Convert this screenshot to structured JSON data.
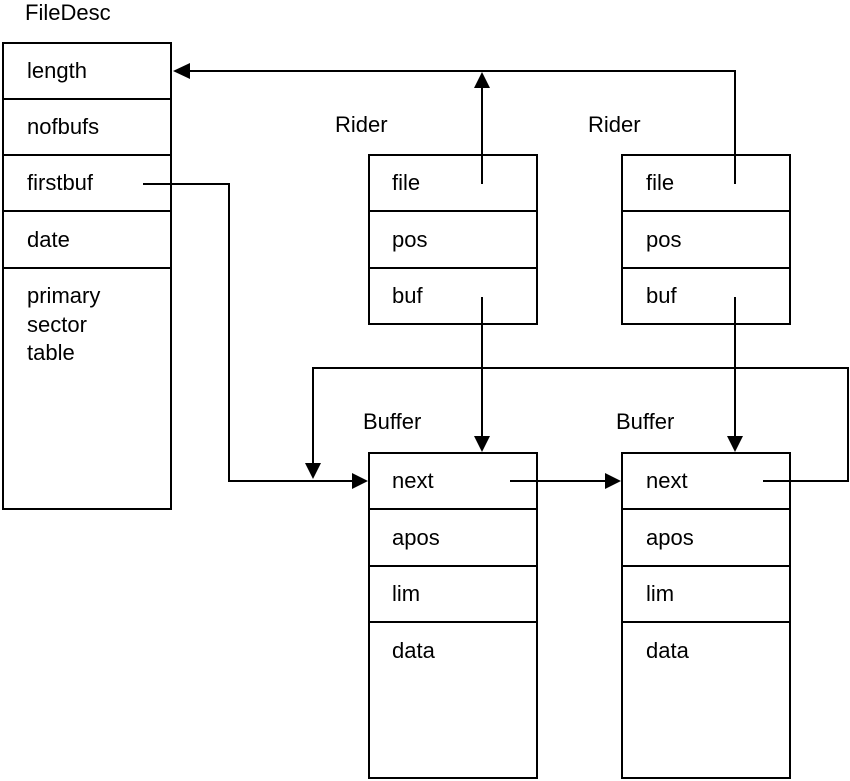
{
  "filedesc": {
    "title": "FileDesc",
    "fields": [
      "length",
      "nofbufs",
      "firstbuf",
      "date"
    ],
    "table_lines": [
      "primary",
      "sector",
      "table"
    ]
  },
  "riders": [
    {
      "title": "Rider",
      "fields": [
        "file",
        "pos",
        "buf"
      ]
    },
    {
      "title": "Rider",
      "fields": [
        "file",
        "pos",
        "buf"
      ]
    }
  ],
  "buffers": [
    {
      "title": "Buffer",
      "fields": [
        "next",
        "apos",
        "lim",
        "data"
      ]
    },
    {
      "title": "Buffer",
      "fields": [
        "next",
        "apos",
        "lim",
        "data"
      ]
    }
  ],
  "colors": {
    "line": "#000000",
    "background": "#ffffff"
  }
}
